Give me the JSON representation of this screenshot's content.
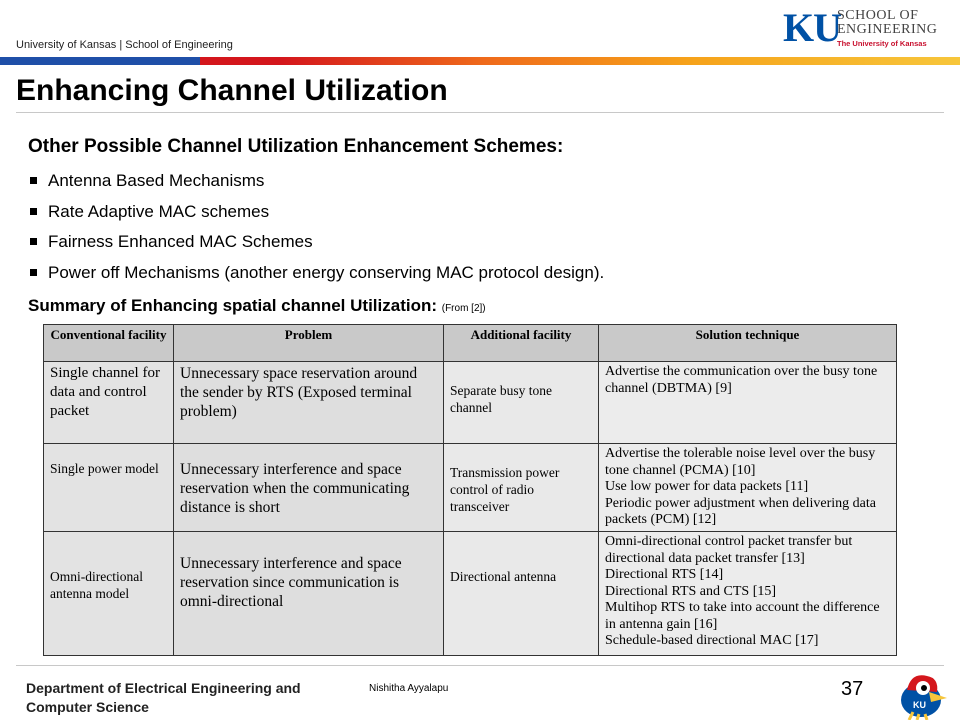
{
  "header": {
    "university": "University of Kansas | School of Engineering",
    "logo_ku": "KU",
    "logo_school_line1": "SCHOOL OF",
    "logo_school_line2": "ENGINEERING",
    "logo_tagline": "The University of Kansas"
  },
  "slide": {
    "title": "Enhancing Channel Utilization",
    "subheading": "Other Possible Channel Utilization Enhancement Schemes:",
    "bullets": [
      "Antenna Based Mechanisms",
      "Rate Adaptive MAC schemes",
      "Fairness Enhanced MAC Schemes",
      "Power off Mechanisms (another energy conserving MAC protocol design)."
    ],
    "summary_label": "Summary of Enhancing spatial channel Utilization: ",
    "summary_source": "(From [2])"
  },
  "table": {
    "headers": [
      "Conventional facility",
      "Problem",
      "Additional facility",
      "Solution technique"
    ],
    "rows": [
      {
        "conventional": "Single channel for data and control packet",
        "problem": "Unnecessary space reservation around the sender by RTS (Exposed terminal problem)",
        "additional": "Separate busy tone channel",
        "solution": "Advertise the communication over the busy tone channel (DBTMA) [9]"
      },
      {
        "conventional": "Single power model",
        "problem": "Unnecessary interference and space reservation when the communicating distance is short",
        "additional": "Transmission power control of radio transceiver",
        "solution": "Advertise the tolerable noise level over the busy tone channel (PCMA) [10]\nUse low power for data packets [11]\nPeriodic power adjustment when delivering data packets (PCM) [12]"
      },
      {
        "conventional": "Omni-directional antenna model",
        "problem": "Unnecessary interference and space reservation since communication is omni-directional",
        "additional": "Directional antenna",
        "solution": "Omni-directional control packet transfer but directional data packet transfer [13]\nDirectional RTS [14]\nDirectional RTS and CTS [15]\nMultihop RTS to take into account the difference in antenna gain [16]\nSchedule-based directional MAC [17]"
      }
    ]
  },
  "footer": {
    "department": "Department of Electrical Engineering and Computer Science",
    "author": "Nishitha Ayyalapu",
    "page_number": "37"
  },
  "colors": {
    "ku_blue": "#0051a5",
    "ku_red": "#d4161c",
    "bar_orange": "#ef6a1b",
    "bar_yellow": "#f7c63b"
  }
}
